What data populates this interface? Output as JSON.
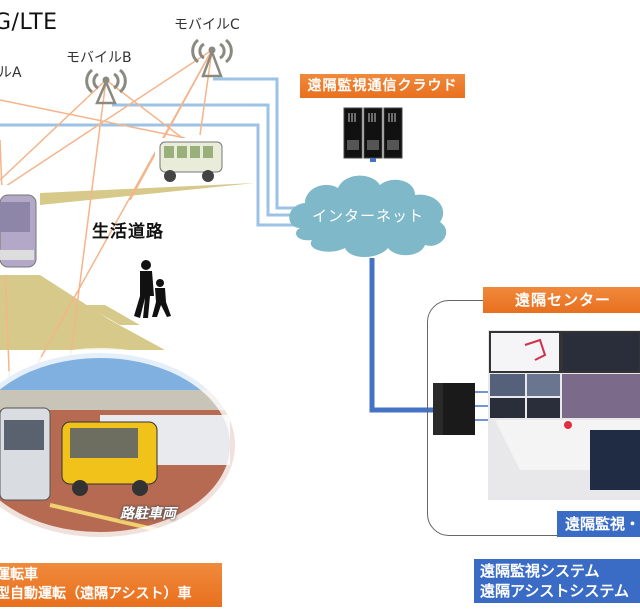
{
  "network": {
    "title": "G/LTE",
    "mobile_a": "ルA",
    "mobile_b": "モバイルB",
    "mobile_c": "モバイルC"
  },
  "cloud": {
    "banner": "遠隔監視通信クラウド",
    "internet": "インターネット"
  },
  "road": {
    "label": "生活道路",
    "parked_vehicle": "路駐車両"
  },
  "vehicle_banner": {
    "line1": "運転車",
    "line2": "型自動運転（遠隔アシスト）車"
  },
  "remote_center": {
    "banner": "遠隔センター",
    "monitor_banner": "遠隔監視・"
  },
  "system_banner": {
    "line1": "遠隔監視システム",
    "line2": "遠隔アシストシステム"
  },
  "colors": {
    "orange": "#e8701e",
    "blue_banner": "#3a6cc6",
    "wireless_line": "#f5b48a",
    "wired_line": "#9cc3e6",
    "center_link": "#4472c4",
    "cloud": "#7fb8c8",
    "road": "#d6c98a"
  }
}
